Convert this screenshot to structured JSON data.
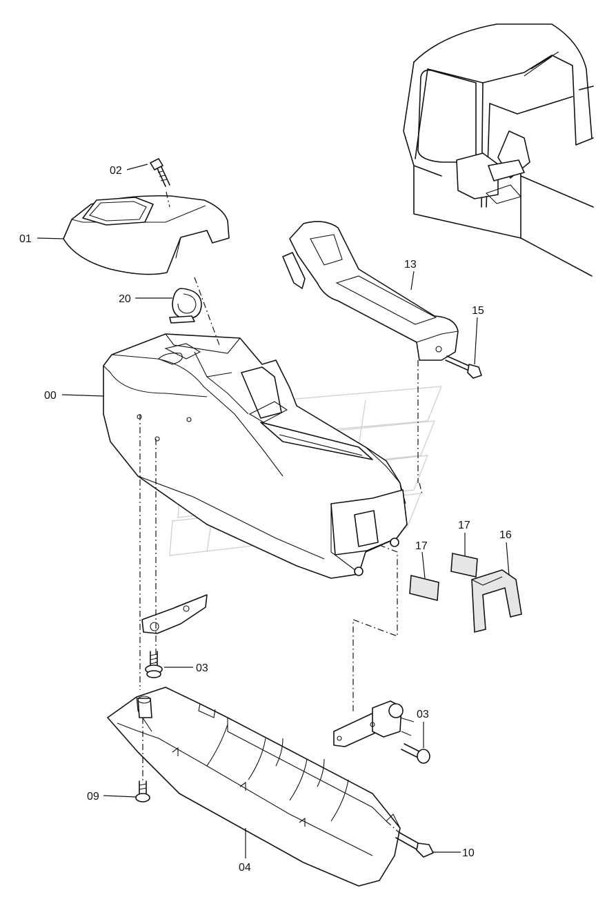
{
  "callouts": {
    "c00": "00",
    "c01": "01",
    "c02": "02",
    "c03a": "03",
    "c03b": "03",
    "c04": "04",
    "c09": "09",
    "c10": "10",
    "c13": "13",
    "c15": "15",
    "c16": "16",
    "c17a": "17",
    "c17b": "17",
    "c20": "20"
  }
}
